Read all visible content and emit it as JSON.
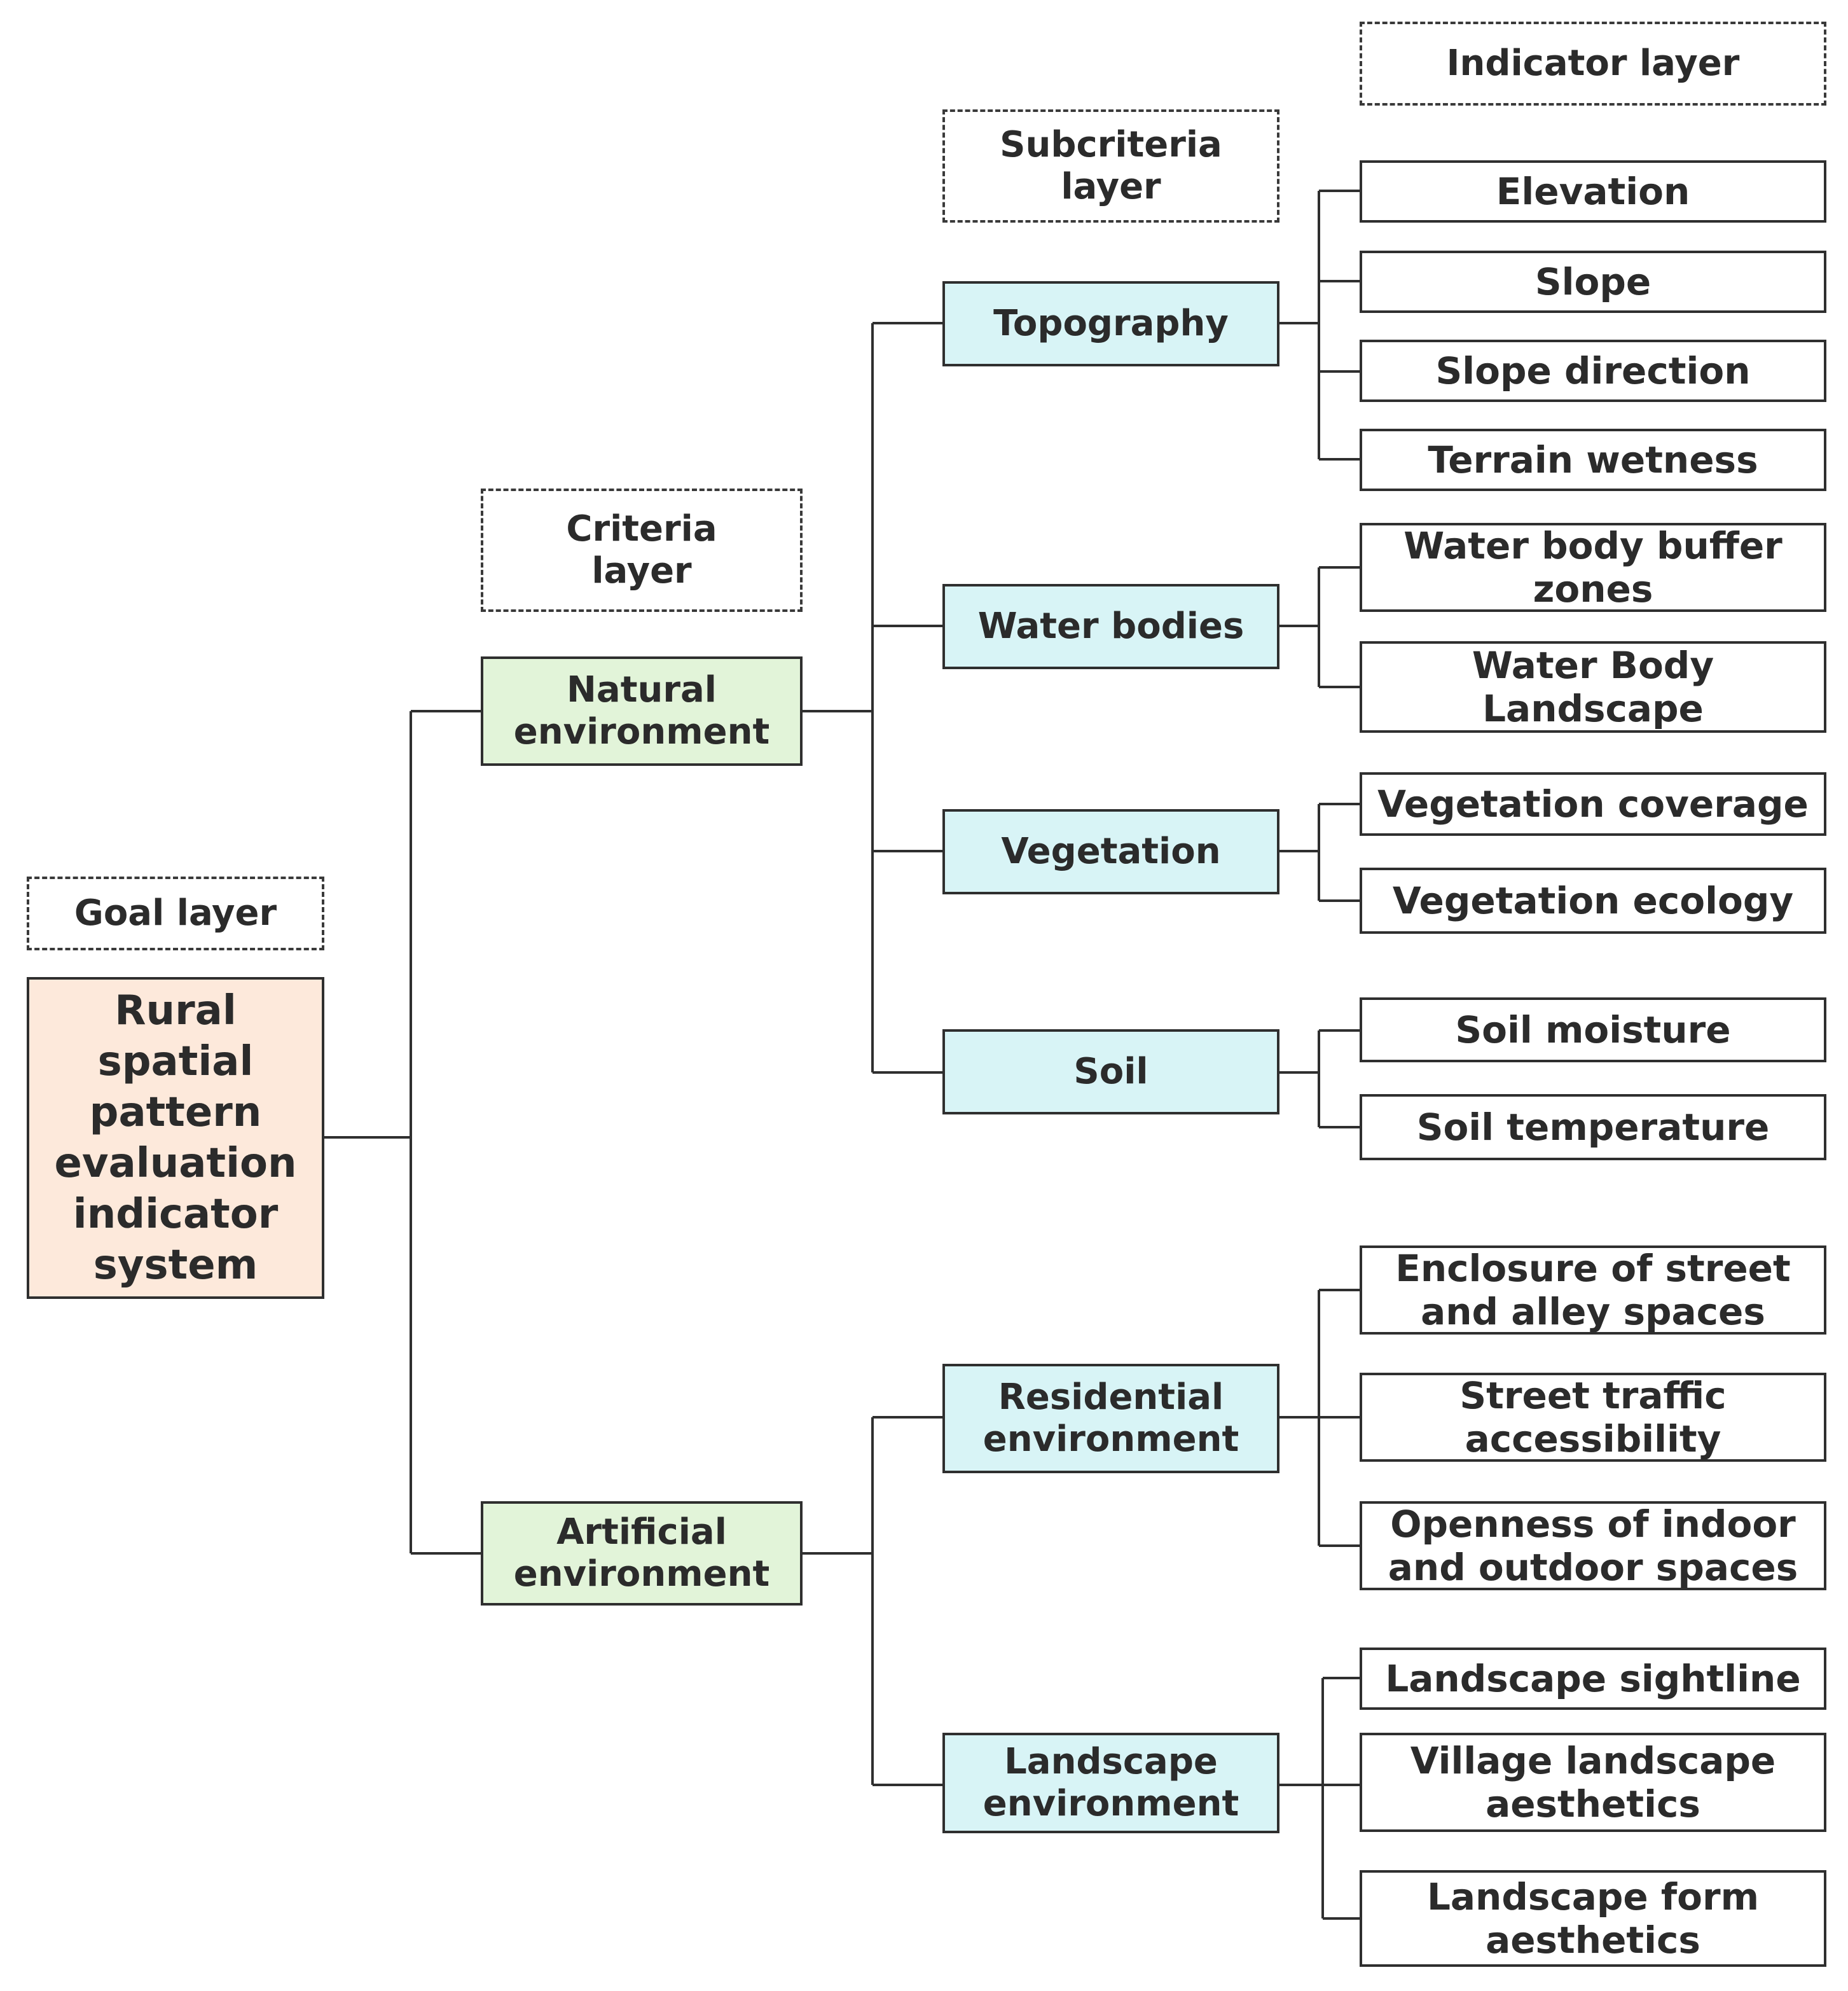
{
  "layers": {
    "goal": "Goal layer",
    "criteria": "Criteria layer",
    "subcriteria": "Subcriteria layer",
    "indicator": "Indicator layer"
  },
  "goal": "Rural spatial pattern evaluation indicator system",
  "criteria": [
    "Natural environment",
    "Artificial environment"
  ],
  "subcriteria": [
    {
      "label": "Topography",
      "indicators": [
        "Elevation",
        "Slope",
        "Slope direction",
        "Terrain wetness"
      ]
    },
    {
      "label": "Water bodies",
      "indicators": [
        "Water body buffer zones",
        "Water Body Landscape"
      ]
    },
    {
      "label": "Vegetation",
      "indicators": [
        "Vegetation coverage",
        "Vegetation ecology"
      ]
    },
    {
      "label": "Soil",
      "indicators": [
        "Soil moisture",
        "Soil temperature"
      ]
    },
    {
      "label": "Residential environment",
      "indicators": [
        "Enclosure of street and alley spaces",
        "Street traffic accessibility",
        "Openness of indoor and outdoor spaces"
      ]
    },
    {
      "label": "Landscape environment",
      "indicators": [
        "Landscape sightline",
        "Village landscape aesthetics",
        "Landscape form aesthetics"
      ]
    }
  ],
  "colors": {
    "goal_fill": "#fde9db",
    "criteria_fill": "#e2f4d9",
    "subcriteria_fill": "#d8f4f6",
    "indicator_fill": "#ffffff",
    "line": "#2f2f2f"
  }
}
